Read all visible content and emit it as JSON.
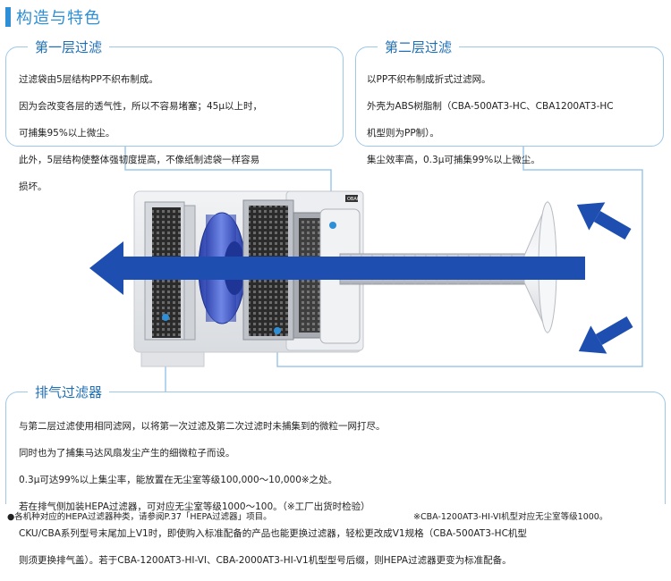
{
  "header": {
    "title": "构造与特色"
  },
  "box1": {
    "title": "第一层过滤",
    "lines": [
      "过滤袋由5层结构PP不织布制成。",
      "因为会改变各层的透气性，所以不容易堵塞；45μ以上时，",
      "可捕集95%以上微尘。",
      "此外，5层结构使整体强韧度提高，不像纸制滤袋一样容易",
      "损坏。"
    ]
  },
  "box2": {
    "title": "第二层过滤",
    "lines": [
      "以PP不织布制成折式过滤网。",
      "外壳为ABS树脂制（CBA-500AT3-HC、CBA1200AT3-HC",
      "机型则为PP制）。",
      "集尘效率高，0.3μ可捕集99%以上微尘。"
    ]
  },
  "box3": {
    "title": "排气过滤器",
    "lines": [
      "与第二层过滤使用相同滤网，以将第一次过滤及第二次过滤时未捕集到的微粒一网打尽。",
      "同时也为了捕集马达风扇发尘产生的细微粒子而设。",
      "0.3μ可达99%以上集尘率，能放置在无尘室等级100,000～10,000※之处。",
      "若在排气侧加装HEPA过滤器，可对应无尘室等级1000～100。（※工厂出货时检验）",
      "CKU/CBA系列型号末尾加上V1时，即使购入标准配备的产品也能更换过滤器，轻松更改成V1规格（CBA-500AT3-HC机型",
      "则须更换排气盖）。若于CBA-1200AT3-HI-VI、CBA-2000AT3-HI-V1机型型号后缀，则HEPA过滤器更变为标准配备。"
    ]
  },
  "footnotes": {
    "left": "●各机种对应的HEPA过滤器种类，请参阅P.37「HEPA过滤器」项目。",
    "right": "※CBA-1200AT3-HI-VI机型对应无尘室等级1000。"
  },
  "device": {
    "brand_label": "OBAO"
  },
  "colors": {
    "accent": "#2e8fd6",
    "box_border": "#9ec7e8",
    "arrow": "#1e4fb0",
    "title": "#1f6fb5"
  }
}
